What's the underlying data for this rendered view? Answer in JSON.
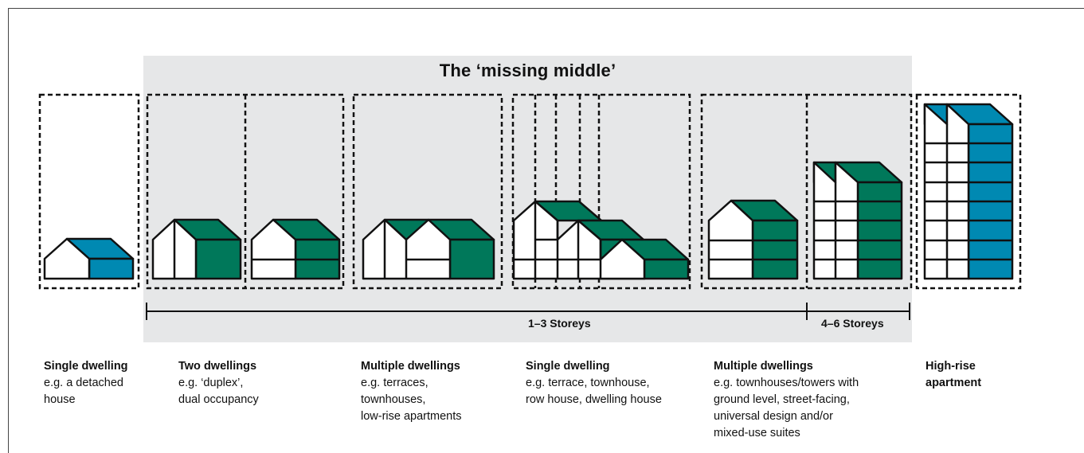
{
  "title": "The ‘missing middle’",
  "scale": {
    "low": "1–3 Storeys",
    "mid": "4–6 Storeys"
  },
  "captions": [
    {
      "heading": "Single dwelling",
      "lines": [
        "e.g. a detached",
        "house"
      ]
    },
    {
      "heading": "Two dwellings",
      "lines": [
        "e.g. ‘duplex’,",
        "dual occupancy"
      ]
    },
    {
      "heading": "Multiple dwellings",
      "lines": [
        "e.g. terraces,",
        "townhouses,",
        "low-rise apartments"
      ]
    },
    {
      "heading": "Single dwelling",
      "lines": [
        "e.g. terrace, townhouse,",
        "row house, dwelling house"
      ]
    },
    {
      "heading": "Multiple dwellings",
      "lines": [
        "e.g. townhouses/towers with",
        "ground level, street-facing,",
        "universal design and/or",
        "mixed-use suites"
      ]
    },
    {
      "heading": "High-rise",
      "lines": [
        "apartment"
      ]
    }
  ],
  "colors": {
    "band": "#e6e7e8",
    "green": "#00785a",
    "blue": "#0089b2",
    "stroke": "#111111"
  }
}
